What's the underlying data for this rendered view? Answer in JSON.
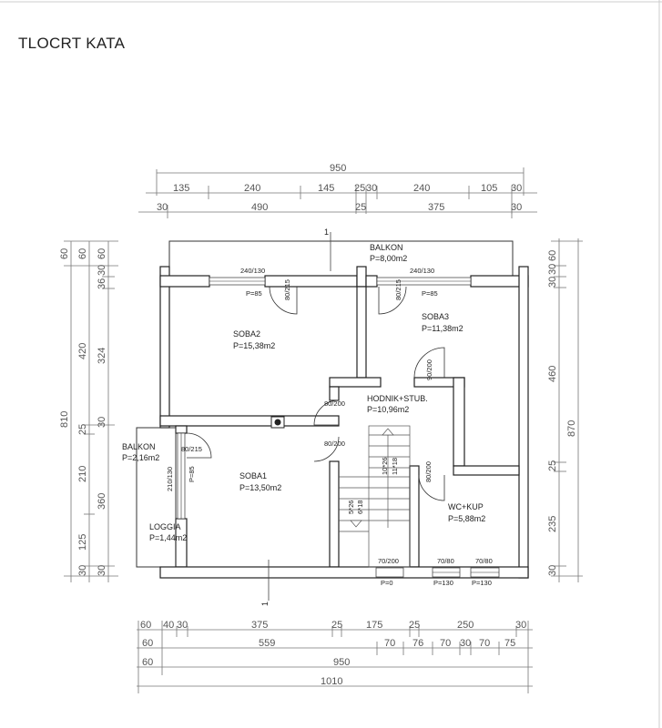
{
  "title": "TLOCRT KATA",
  "top_dims": {
    "row1": [
      "950"
    ],
    "row2": [
      "135",
      "240",
      "145",
      "25",
      "30",
      "240",
      "105",
      "30"
    ],
    "row3": [
      "30",
      "490",
      "25",
      "375",
      "30"
    ]
  },
  "bottom_dims": {
    "row1": [
      "60",
      "40",
      "30",
      "375",
      "25",
      "175",
      "25",
      "250",
      "30"
    ],
    "row2": [
      "60",
      "559",
      "70",
      "76",
      "70",
      "30",
      "70",
      "75"
    ],
    "row3": [
      "60",
      "950"
    ],
    "row4": [
      "1010"
    ]
  },
  "left_dims": {
    "col1": [
      "60",
      "810"
    ],
    "col2": [
      "60",
      "420",
      "25",
      "210",
      "125",
      "30"
    ],
    "col3": [
      "60",
      "30",
      "36",
      "324",
      "30",
      "360",
      "30"
    ]
  },
  "right_dims": {
    "col1": [
      "60",
      "30",
      "30",
      "460",
      "25",
      "235",
      "30"
    ],
    "col2": [
      "870"
    ]
  },
  "section_marker": "1",
  "rooms": {
    "balkon_top": {
      "name": "BALKON",
      "area": "P=8,00m2"
    },
    "soba2": {
      "name": "SOBA2",
      "area": "P=15,38m2"
    },
    "soba3": {
      "name": "SOBA3",
      "area": "P=11,38m2"
    },
    "hodnik": {
      "name": "HODNIK+STUB.",
      "area": "P=10,96m2"
    },
    "soba1": {
      "name": "SOBA1",
      "area": "P=13,50m2"
    },
    "balkon_left": {
      "name": "BALKON",
      "area": "P=2,16m2"
    },
    "loggia": {
      "name": "LOGGIA",
      "area": "P=1,44m2"
    },
    "wc": {
      "name": "WC+KUP",
      "area": "P=5,88m2"
    }
  },
  "openings": {
    "win_soba2": "240/130",
    "win_soba2_p": "P=85",
    "door_soba2": "80/215",
    "win_soba3": "240/130",
    "win_soba3_p": "P=85",
    "door_soba3": "80/215",
    "door_soba3_hall": "90/200",
    "door_soba2_hall": "80/200",
    "door_soba1_hall": "80/200",
    "door_soba1_balkon": "80/215",
    "win_soba1": "210/130",
    "win_soba1_p": "P=85",
    "door_wc": "80/200",
    "door_entry": "70/200",
    "door_entry_p": "P=0",
    "win_wc1": "70/80",
    "win_wc1_p": "P=130",
    "win_wc2": "70/80",
    "win_wc2_p": "P=130",
    "stairs_up": "10*26",
    "stairs_up2": "11*18",
    "stairs_down": "5*26",
    "stairs_down2": "6*18"
  }
}
